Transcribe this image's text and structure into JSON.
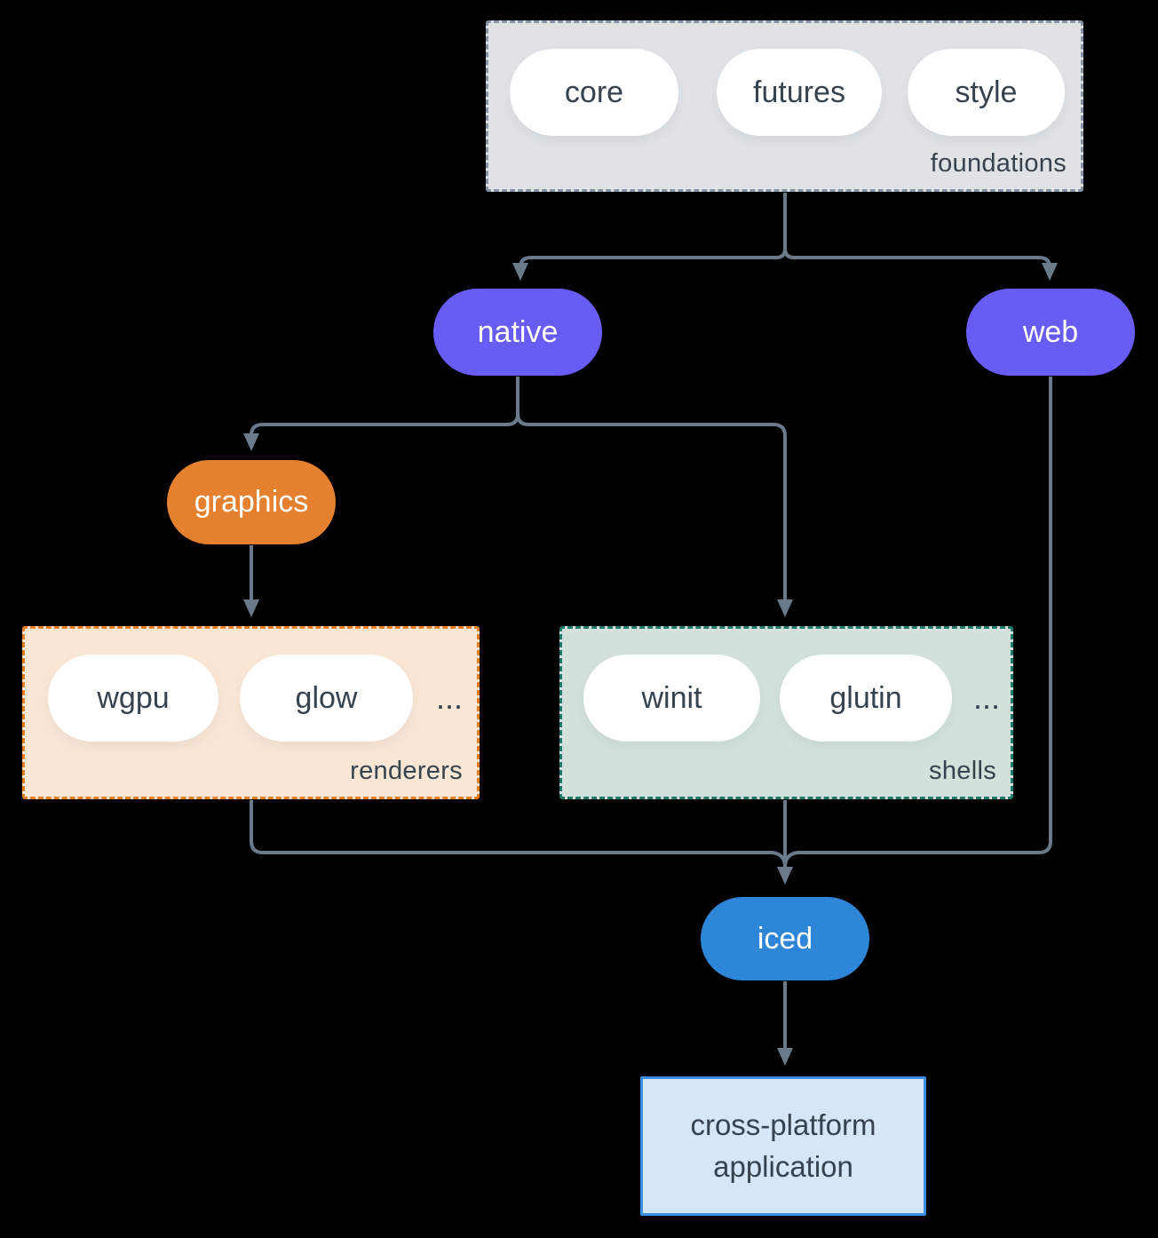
{
  "groups": {
    "foundations": "foundations",
    "renderers": "renderers",
    "shells": "shells"
  },
  "nodes": {
    "core": "core",
    "futures": "futures",
    "style": "style",
    "native": "native",
    "web": "web",
    "graphics": "graphics",
    "wgpu": "wgpu",
    "glow": "glow",
    "winit": "winit",
    "glutin": "glutin",
    "iced": "iced",
    "application": "cross-platform application"
  },
  "ellipsis": "...",
  "colors": {
    "background": "#000000",
    "connector": "#6b7a8b",
    "foundations_fill": "#dfe3e6",
    "foundations_border": "#8494a4",
    "renderers_fill": "#fae6d5",
    "renderers_border": "#e67e22",
    "shells_fill": "#d3e1da",
    "shells_border": "#1e7a68",
    "native_web_fill": "#695cf5",
    "graphics_fill": "#e5802f",
    "iced_fill": "#2e86d8",
    "application_fill": "#d5e6f7",
    "application_border": "#3c8fe0",
    "pill_fill": "#ffffff",
    "text_dark": "#36424e",
    "text_light": "#ffffff"
  }
}
